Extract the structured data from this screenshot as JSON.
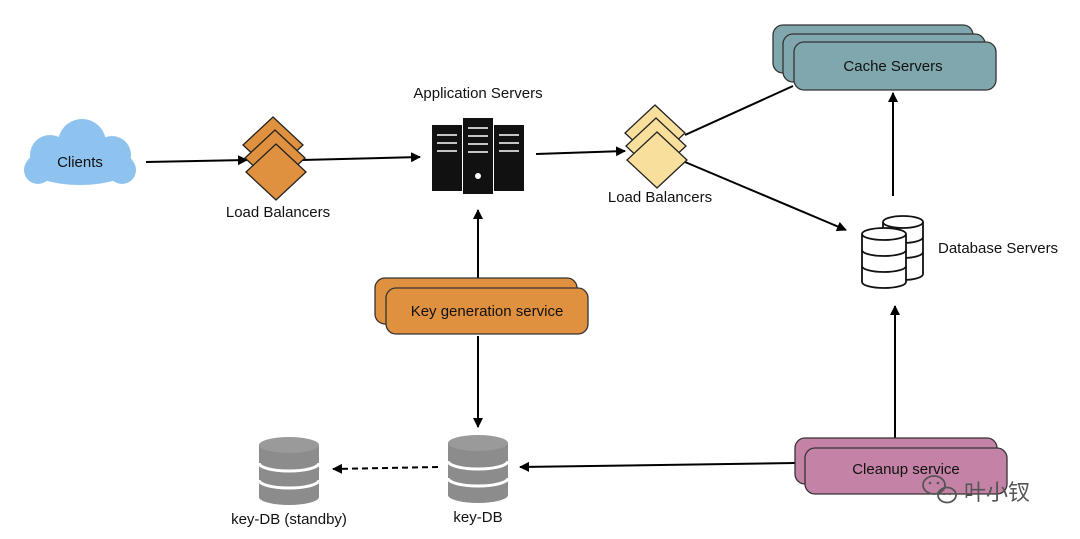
{
  "nodes": {
    "clients": "Clients",
    "load_balancers_left": "Load Balancers",
    "application_servers": "Application Servers",
    "load_balancers_right": "Load Balancers",
    "cache_servers": "Cache Servers",
    "database_servers": "Database Servers",
    "key_generation_service": "Key generation service",
    "key_db": "key-DB",
    "key_db_standby": "key-DB (standby)",
    "cleanup_service": "Cleanup service"
  },
  "watermark": {
    "text": "叶小钗",
    "icon": "wechat-icon"
  },
  "colors": {
    "cloud": "#8fc3ef",
    "lb_left": "#e0913f",
    "lb_right": "#f8df9c",
    "cache": "#7fa7ad",
    "keygen": "#e0913f",
    "cleanup": "#c483a6",
    "db_gray": "#8c8c8c"
  }
}
